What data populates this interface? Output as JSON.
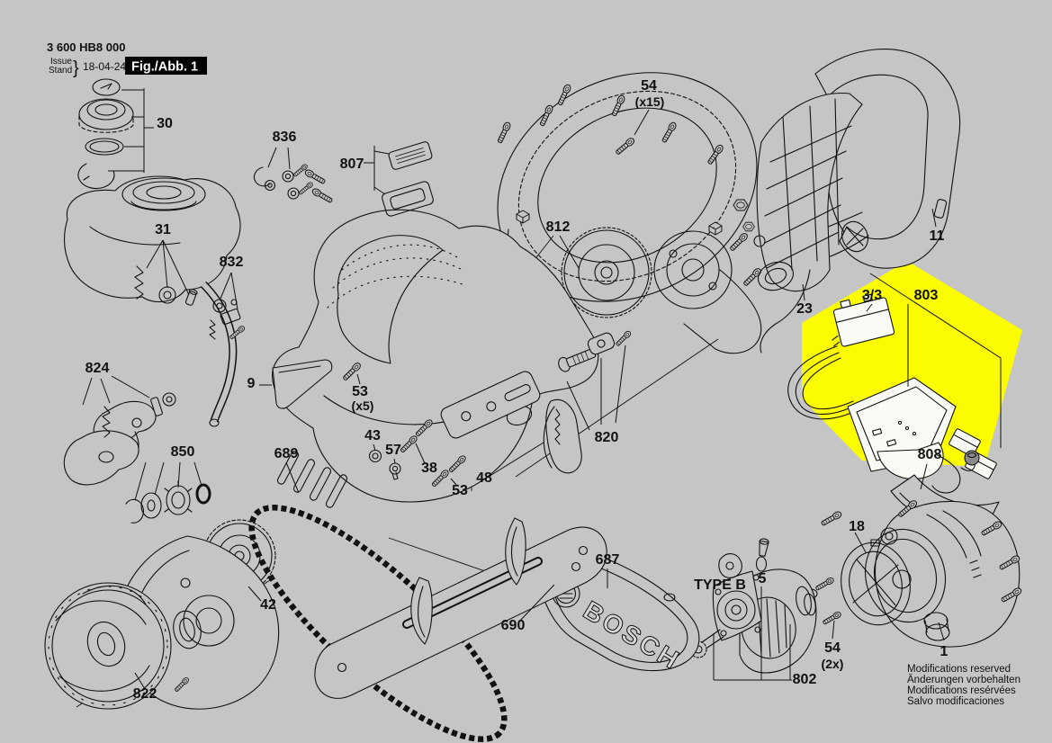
{
  "document": {
    "product_number": "3 600 HB8 000",
    "issue_line1": "Issue",
    "issue_line2": "Stand",
    "issue_brace": "}",
    "issue_date": "18-04-24",
    "figure_label": "Fig./Abb. 1"
  },
  "footer": {
    "lines": [
      "Modifications reserved",
      "Änderungen vorbehalten",
      "Modifications resérvées",
      "Salvo modificaciones"
    ]
  },
  "brand": {
    "cover_logo_text": "BOSCH"
  },
  "colors": {
    "background": "#c5c5c5",
    "highlight": "#fcfc00",
    "line": "#111111",
    "figure_box_bg": "#000000",
    "figure_box_text": "#ffffff"
  },
  "part_labels": [
    {
      "text": "30"
    },
    {
      "text": "836"
    },
    {
      "text": "807"
    },
    {
      "text": "31"
    },
    {
      "text": "832"
    },
    {
      "text": "824"
    },
    {
      "text": "9"
    },
    {
      "text": "53"
    },
    {
      "text": "(x5)"
    },
    {
      "text": "43"
    },
    {
      "text": "57"
    },
    {
      "text": "850"
    },
    {
      "text": "689"
    },
    {
      "text": "38"
    },
    {
      "text": "48"
    },
    {
      "text": "53"
    },
    {
      "text": "812"
    },
    {
      "text": "54"
    },
    {
      "text": "(x15)"
    },
    {
      "text": "11"
    },
    {
      "text": "23"
    },
    {
      "text": "3/3"
    },
    {
      "text": "803"
    },
    {
      "text": "820"
    },
    {
      "text": "808"
    },
    {
      "text": "18"
    },
    {
      "text": "687"
    },
    {
      "text": "690"
    },
    {
      "text": "42"
    },
    {
      "text": "822"
    },
    {
      "text": "TYPE B"
    },
    {
      "text": "5"
    },
    {
      "text": "802"
    },
    {
      "text": "54"
    },
    {
      "text": "(2x)"
    },
    {
      "text": "1"
    }
  ]
}
